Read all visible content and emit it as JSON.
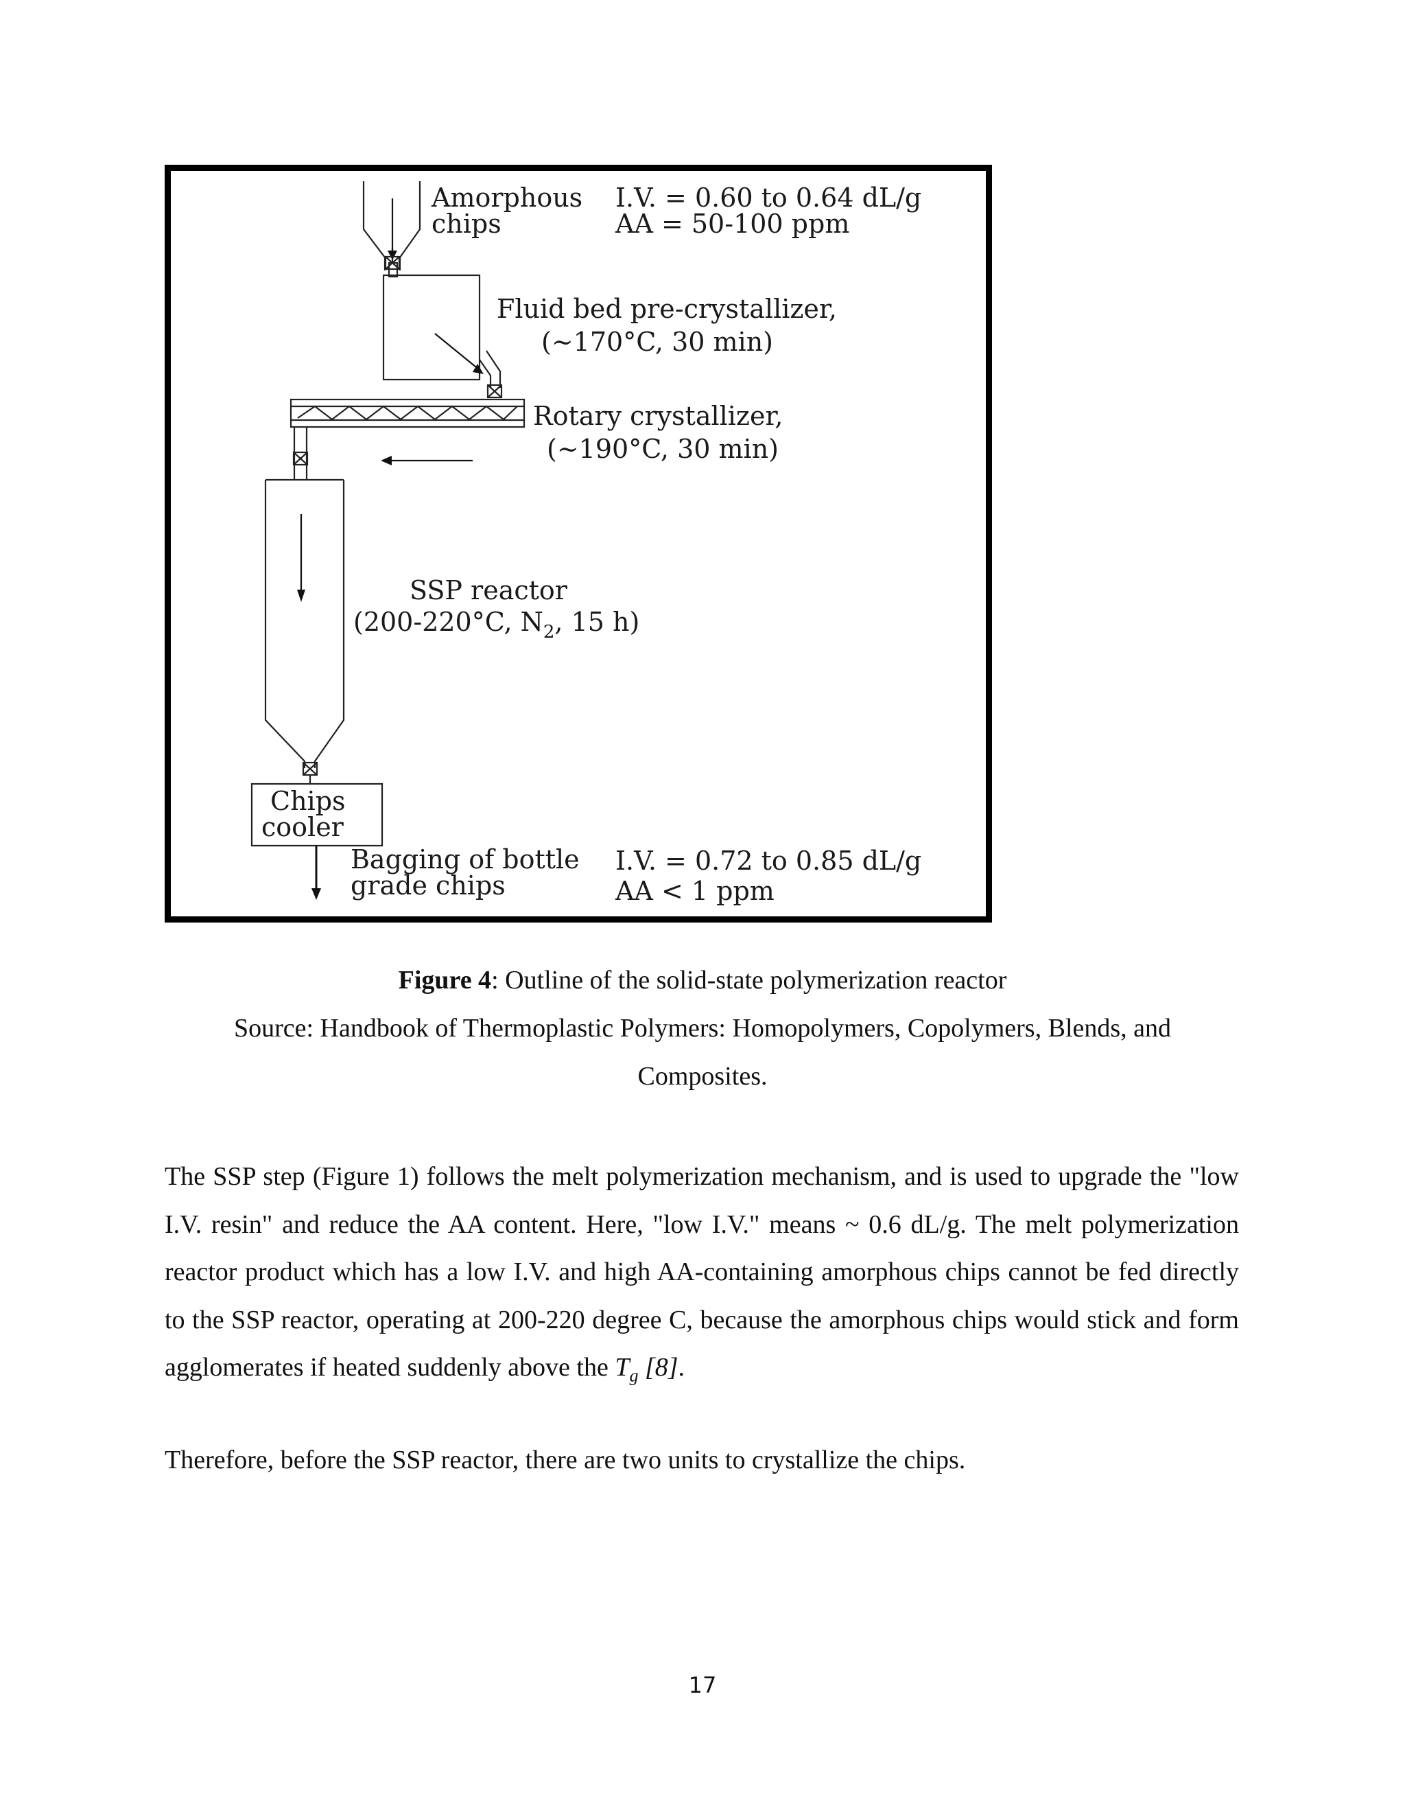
{
  "figure": {
    "label_amorphous_1": "Amorphous",
    "label_amorphous_2": "chips",
    "iv_top_1": "I.V. = 0.60 to 0.64 dL/g",
    "iv_top_2": "AA = 50-100 ppm",
    "fluid_bed_1": "Fluid bed pre-crystallizer,",
    "fluid_bed_2": "(~170°C, 30 min)",
    "rotary_1": "Rotary crystallizer,",
    "rotary_2": "(~190°C, 30 min)",
    "ssp_1": "SSP reactor",
    "ssp_2": "(200-220°C, N",
    "ssp_2_sub": "2",
    "ssp_2_end": ", 15 h)",
    "chips_1": "Chips",
    "chips_2": "cooler",
    "bagging_1": "Bagging of bottle",
    "bagging_2": "grade chips",
    "iv_bottom_1": "I.V. = 0.72 to 0.85 dL/g",
    "iv_bottom_2": "AA < 1 ppm"
  },
  "caption": {
    "figure_label": "Figure 4",
    "figure_title": ": Outline of the solid-state polymerization reactor",
    "source_line1": "Source: Handbook of Thermoplastic Polymers: Homopolymers, Copolymers, Blends, and",
    "source_line2": "Composites."
  },
  "body": {
    "para1_main": "The SSP step (Figure 1) follows the melt polymerization mechanism, and is used to upgrade the \"low I.V. resin\" and reduce the AA content. Here, \"low I.V.\" means ~ 0.6 dL/g.  The melt polymerization reactor product which has a low I.V. and high AA-containing amorphous chips cannot be fed directly to the SSP reactor, operating at 200-220 degree C, because the amorphous chips would stick and form agglomerates if heated suddenly above the ",
    "para1_tg": "T",
    "para1_tg_sub": "g",
    "para1_ref": " [8]",
    "para1_end": ".",
    "para2": "Therefore, before the SSP reactor, there are two units to crystallize the chips."
  },
  "page_number": "17"
}
